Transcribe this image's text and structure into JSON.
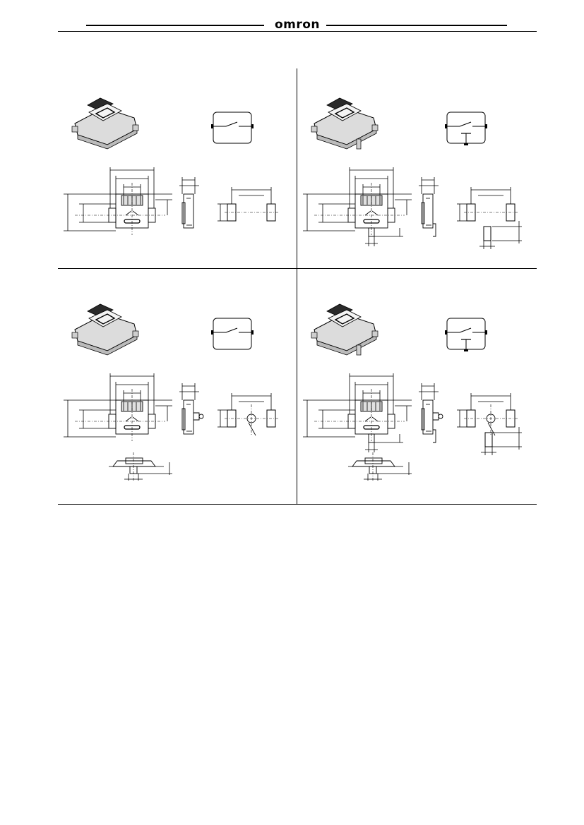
{
  "header": {
    "brand": "omron",
    "brand_logo_text": "OMRON"
  },
  "panels": [
    {
      "id": "top-left",
      "variant": "standard",
      "terminal_bottom": false,
      "side_view": false
    },
    {
      "id": "top-right",
      "variant": "with-ground-terminal",
      "terminal_bottom": true,
      "side_view": false
    },
    {
      "id": "bottom-left",
      "variant": "with-boss",
      "terminal_bottom": false,
      "side_view": true
    },
    {
      "id": "bottom-right",
      "variant": "with-boss-and-ground-terminal",
      "terminal_bottom": true,
      "side_view": true
    }
  ],
  "colors": {
    "line": "#000000",
    "background": "#ffffff",
    "device_dark": "#2a2a2a",
    "device_light": "#dcdcdc"
  }
}
